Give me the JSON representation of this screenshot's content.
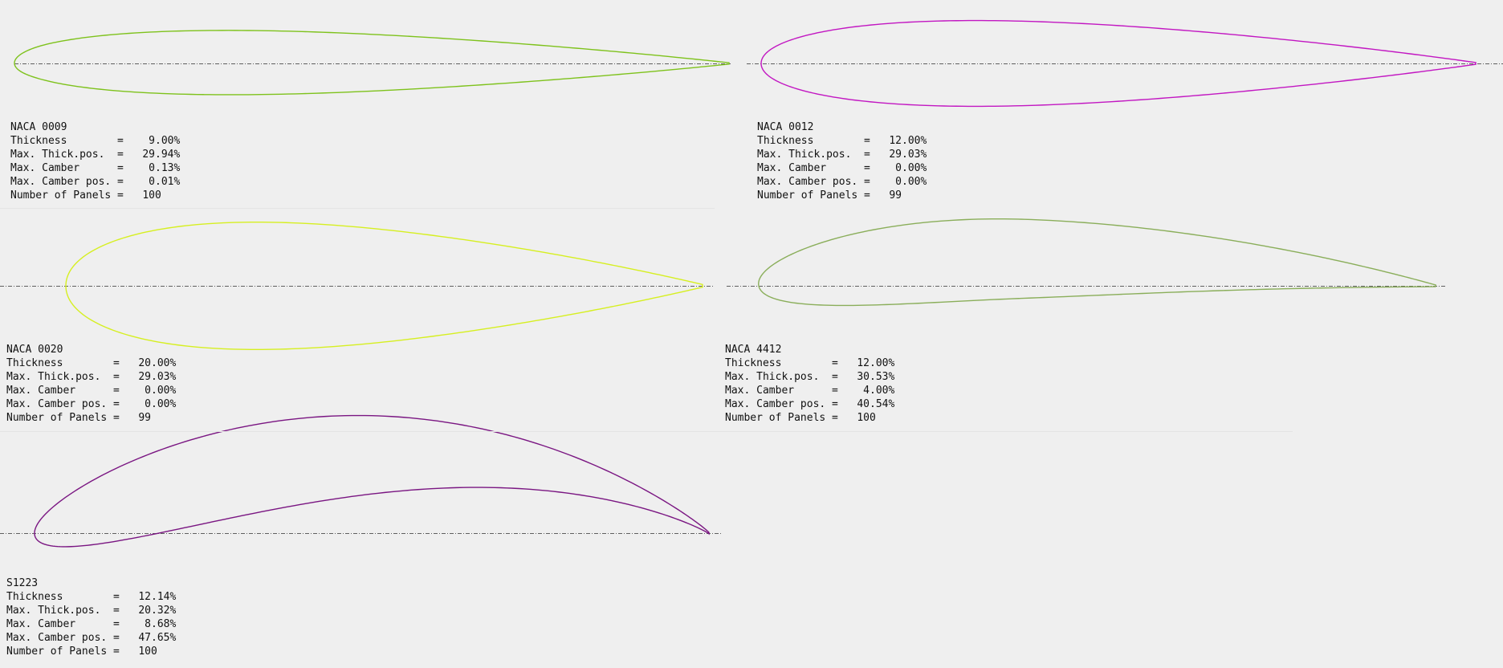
{
  "colors": {
    "background": "#efefef",
    "chord_line": "#303030"
  },
  "airfoils": [
    {
      "name": "NACA 0009",
      "color": "#7ec21c",
      "type": "naca4",
      "m": 0.0013,
      "p": 0.05,
      "t": 0.09,
      "labels": {
        "thickness": "Thickness",
        "thick_pos": "Max. Thick.pos.",
        "camber": "Max. Camber",
        "camber_pos": "Max. Camber pos.",
        "panels": "Number of Panels"
      },
      "values": {
        "thickness": "9.00%",
        "thick_pos": "29.94%",
        "camber": "0.13%",
        "camber_pos": "0.01%",
        "panels": "100"
      }
    },
    {
      "name": "NACA 0012",
      "color": "#c217c2",
      "type": "naca4",
      "m": 0.0,
      "p": 0.3,
      "t": 0.12,
      "labels": {
        "thickness": "Thickness",
        "thick_pos": "Max. Thick.pos.",
        "camber": "Max. Camber",
        "camber_pos": "Max. Camber pos.",
        "panels": "Number of Panels"
      },
      "values": {
        "thickness": "12.00%",
        "thick_pos": "29.03%",
        "camber": "0.00%",
        "camber_pos": "0.00%",
        "panels": "99"
      }
    },
    {
      "name": "NACA 0020",
      "color": "#d6ef21",
      "type": "naca4",
      "m": 0.0,
      "p": 0.3,
      "t": 0.2,
      "labels": {
        "thickness": "Thickness",
        "thick_pos": "Max. Thick.pos.",
        "camber": "Max. Camber",
        "camber_pos": "Max. Camber pos.",
        "panels": "Number of Panels"
      },
      "values": {
        "thickness": "20.00%",
        "thick_pos": "29.03%",
        "camber": "0.00%",
        "camber_pos": "0.00%",
        "panels": "99"
      }
    },
    {
      "name": "NACA 4412",
      "color": "#8aae5a",
      "type": "naca4",
      "m": 0.04,
      "p": 0.4,
      "t": 0.12,
      "labels": {
        "thickness": "Thickness",
        "thick_pos": "Max. Thick.pos.",
        "camber": "Max. Camber",
        "camber_pos": "Max. Camber pos.",
        "panels": "Number of Panels"
      },
      "values": {
        "thickness": "12.00%",
        "thick_pos": "30.53%",
        "camber": "4.00%",
        "camber_pos": "40.54%",
        "panels": "100"
      }
    },
    {
      "name": "S1223",
      "color": "#7a1682",
      "type": "s1223",
      "m": 0.0868,
      "p": 0.4765,
      "t": 0.1214,
      "labels": {
        "thickness": "Thickness",
        "thick_pos": "Max. Thick.pos.",
        "camber": "Max. Camber",
        "camber_pos": "Max. Camber pos.",
        "panels": "Number of Panels"
      },
      "values": {
        "thickness": "12.14%",
        "thick_pos": "20.32%",
        "camber": "8.68%",
        "camber_pos": "47.65%",
        "panels": "100"
      }
    }
  ]
}
